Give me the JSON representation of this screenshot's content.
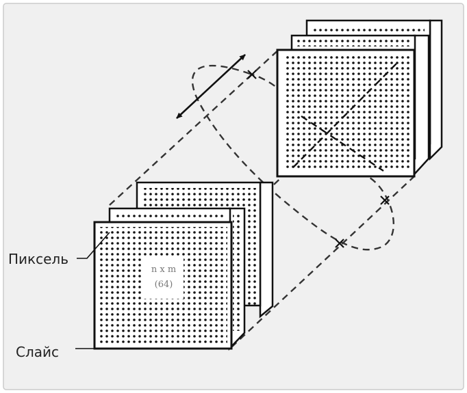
{
  "labels": {
    "pixel": "Пиксель",
    "slice": "Слайс",
    "matrix_size": "n x m",
    "matrix_count": "(64)"
  },
  "colors": {
    "frame_background": "#f0f0f0",
    "frame_border": "#cccccc",
    "slice_fill": "#ffffff",
    "ink": "#111111",
    "dash": "#333333"
  }
}
